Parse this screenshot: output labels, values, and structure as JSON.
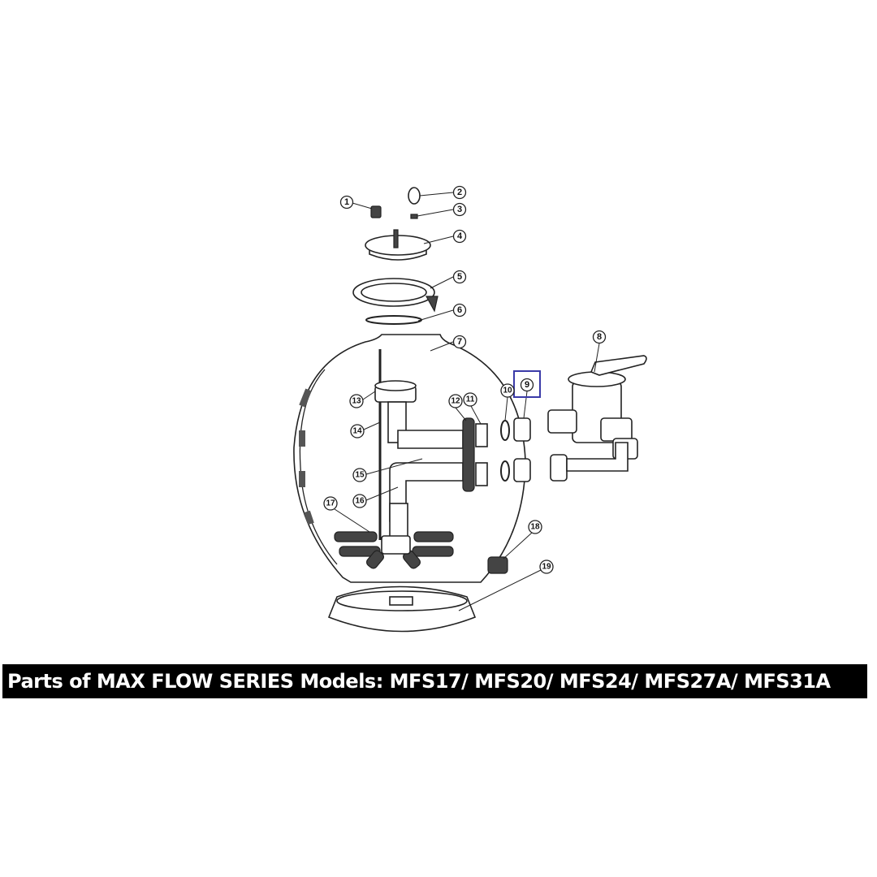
{
  "caption": "Parts of MAX FLOW SERIES Models: MFS17/ MFS20/ MFS24/ MFS27A/ MFS31A",
  "highlight_color": "#3a3aa8",
  "highlighted_part": "9",
  "callouts": [
    "1",
    "2",
    "3",
    "4",
    "5",
    "6",
    "7",
    "8",
    "9",
    "10",
    "11",
    "12",
    "13",
    "14",
    "15",
    "16",
    "17",
    "18",
    "19"
  ]
}
